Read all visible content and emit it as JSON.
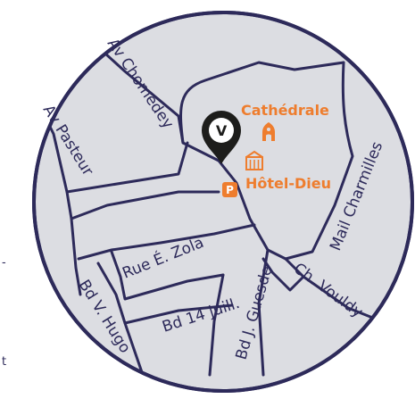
{
  "colors": {
    "land": "#dcdde2",
    "outline": "#2d2a5a",
    "accent": "#ee7d2e",
    "pin": "#1d1d1b",
    "background": "#ffffff"
  },
  "streets": {
    "av_chomedey": "Av Chomedey",
    "av_pasteur": "Av Pasteur",
    "mail_charmilles": "Mail Charmilles",
    "rue_zola": "Rue É. Zola",
    "ch_vouldy": "Ch. Vouldy",
    "bd_hugo": "Bd V. Hugo",
    "bd_14_juill": "Bd 14 juill.",
    "bd_guesde": "Bd J. Guesde"
  },
  "pois": {
    "cathedrale": {
      "label": "Cathédrale",
      "icon": "cathedral-icon"
    },
    "hotel_dieu": {
      "label": "Hôtel-Dieu",
      "icon": "hospital-building-icon"
    },
    "parking": {
      "label": "P",
      "icon": "parking-icon"
    },
    "marker": {
      "label": "V",
      "icon": "location-pin-icon"
    }
  },
  "edge_text": {
    "dash": "-",
    "t": "t"
  }
}
